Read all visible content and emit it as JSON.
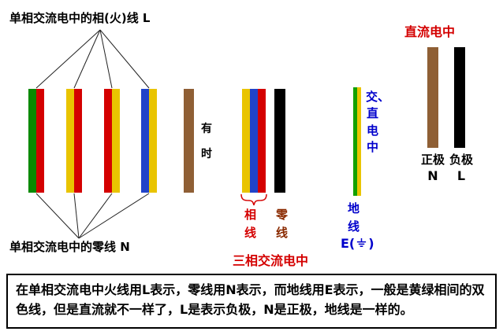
{
  "colors": {
    "red": "#d40000",
    "green": "#0a8a00",
    "yellow": "#e9c400",
    "blue": "#2143c9",
    "black": "#000000",
    "brown": "#8f5f35",
    "ground_green": "#12a000",
    "ground_yellow": "#e9c400",
    "red_text": "#d40000",
    "maroon_text": "#8a2a00",
    "blue_text": "#0000cc"
  },
  "single_phase": {
    "live_title": "单相交流电中的相(火)线 L",
    "neutral_title": "单相交流电中的零线 N",
    "sometimes": "有时"
  },
  "wires": {
    "single_phase_live_pairs": [
      [
        "green",
        "red"
      ],
      [
        "yellow",
        "red"
      ],
      [
        "red",
        "yellow"
      ],
      [
        "blue",
        "yellow"
      ]
    ],
    "sometimes_wire": [
      "brown"
    ],
    "three_phase_phase": [
      "yellow",
      "blue",
      "red"
    ],
    "three_phase_neutral": [
      "black"
    ],
    "ground_wire": [
      "green",
      "yellow"
    ],
    "dc_positive": [
      "brown"
    ],
    "dc_negative": [
      "black"
    ]
  },
  "three_phase": {
    "title": "三相交流电中",
    "phase_label": "相线",
    "neutral_label": "零线"
  },
  "ground": {
    "context": "交、直电中",
    "label": "地线",
    "symbol_prefix": "E(",
    "symbol_suffix": ")"
  },
  "dc": {
    "title": "直流电中",
    "positive": "正极",
    "positive_letter": "N",
    "negative": "负极",
    "negative_letter": "L"
  },
  "note": "在单相交流电中火线用L表示，零线用N表示，而地线用E表示，一般是黄绿相间的双色线，但是直流就不一样了，L是表示负极，N是正极，地线是一样的。"
}
